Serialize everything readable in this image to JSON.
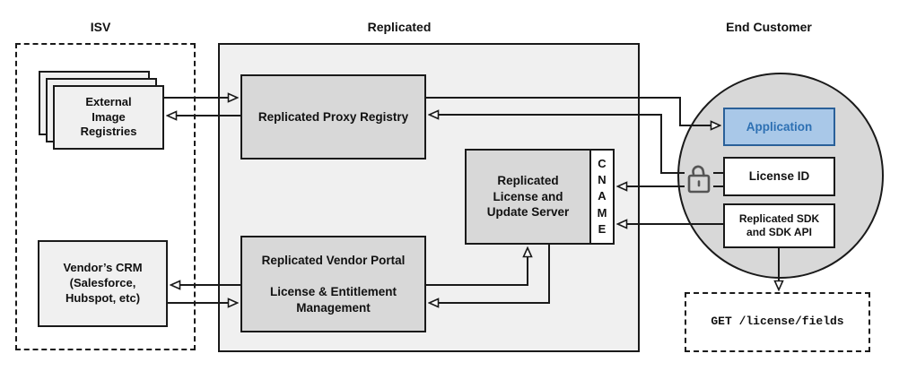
{
  "headers": {
    "isv": "ISV",
    "replicated": "Replicated",
    "end_customer": "End Customer"
  },
  "nodes": {
    "external_registries": {
      "label": "External\nImage\nRegistries"
    },
    "vendor_crm": {
      "label": "Vendor’s CRM\n(Salesforce,\nHubspot, etc)"
    },
    "proxy_registry": {
      "label": "Replicated Proxy Registry"
    },
    "license_update_server": {
      "label": "Replicated\nLicense and\nUpdate Server"
    },
    "cname": {
      "label": "C\nN\nA\nM\nE"
    },
    "vendor_portal": {
      "label": "Replicated Vendor Portal\n\nLicense & Entitlement\nManagement"
    },
    "application": {
      "label": "Application"
    },
    "license_id": {
      "label": "License ID"
    },
    "replicated_sdk": {
      "label": "Replicated SDK\nand SDK API"
    },
    "api_call": {
      "label": "GET /license/fields"
    }
  },
  "icons": {
    "lock": "open-lock-icon"
  },
  "connections": [
    "external-registries to proxy-registry",
    "proxy-registry to external-registries",
    "proxy-registry to application",
    "license-id via lock to proxy-registry",
    "license-id to cname",
    "replicated-sdk to cname",
    "vendor-portal to license-update-server",
    "license-update-server to vendor-portal",
    "vendor-portal to vendor-crm",
    "vendor-crm to vendor-portal",
    "replicated-sdk to api-call"
  ],
  "colors": {
    "line": "#1a1a1a",
    "panel_light_gray": "#f0f0f0",
    "node_gray": "#d8d8d8",
    "app_blue_fill": "#a9c8e8",
    "app_blue_border": "#2a6099",
    "app_blue_text": "#2d70b3",
    "lock_gray": "#555555"
  }
}
